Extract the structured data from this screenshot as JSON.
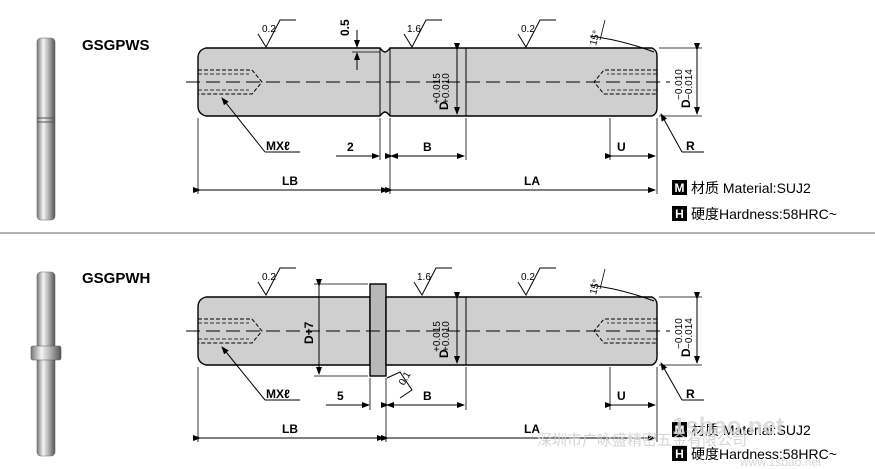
{
  "top": {
    "model": "GSGPWS",
    "roughness": [
      "0.2",
      "1.6",
      "0.2"
    ],
    "groove_width": "0.5",
    "angle": "15°",
    "tol_d_upper": "+0.015",
    "tol_d_lower": "+0.010",
    "tol_dia_upper": "−0.010",
    "tol_dia_lower": "−0.014",
    "dia_label": "D",
    "thread": "MXℓ",
    "dim_2": "2",
    "dim_b": "B",
    "dim_u": "U",
    "dim_r": "R",
    "dim_lb": "LB",
    "dim_la": "LA",
    "material_badge": "M",
    "material": "材质  Material:SUJ2",
    "hardness_badge": "H",
    "hardness": "硬度Hardness:58HRC~"
  },
  "bottom": {
    "model": "GSGPWH",
    "roughness": [
      "0.2",
      "1.6",
      "0.2",
      "0.1"
    ],
    "angle": "15°",
    "dia_d7": "D+7",
    "tol_d_upper": "+0.015",
    "tol_d_lower": "+0.010",
    "tol_dia_upper": "−0.010",
    "tol_dia_lower": "−0.014",
    "dia_label": "D",
    "thread": "MXℓ",
    "dim_5": "5",
    "dim_b": "B",
    "dim_u": "U",
    "dim_r": "R",
    "dim_lb": "LB",
    "dim_la": "LA",
    "material_badge": "M",
    "material": "材质  Material:SUJ2",
    "hardness_badge": "H",
    "hardness": "硬度Hardness:58HRC~"
  },
  "watermark": {
    "brand": "1sbao.net",
    "company": "深圳市广咏盛精密五金有限公司",
    "url": "www.1sbao.net"
  }
}
